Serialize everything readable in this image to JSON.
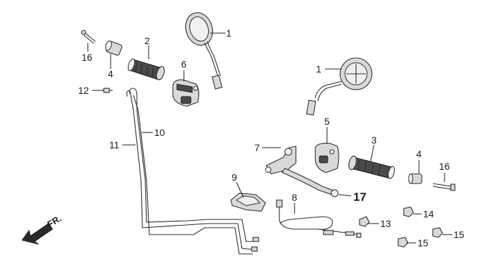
{
  "diagram": {
    "front_indicator": "FR.",
    "callouts": [
      "1",
      "1",
      "2",
      "3",
      "4",
      "4",
      "5",
      "6",
      "7",
      "8",
      "9",
      "10",
      "11",
      "12",
      "13",
      "14",
      "15",
      "15",
      "16",
      "16",
      "17"
    ]
  }
}
